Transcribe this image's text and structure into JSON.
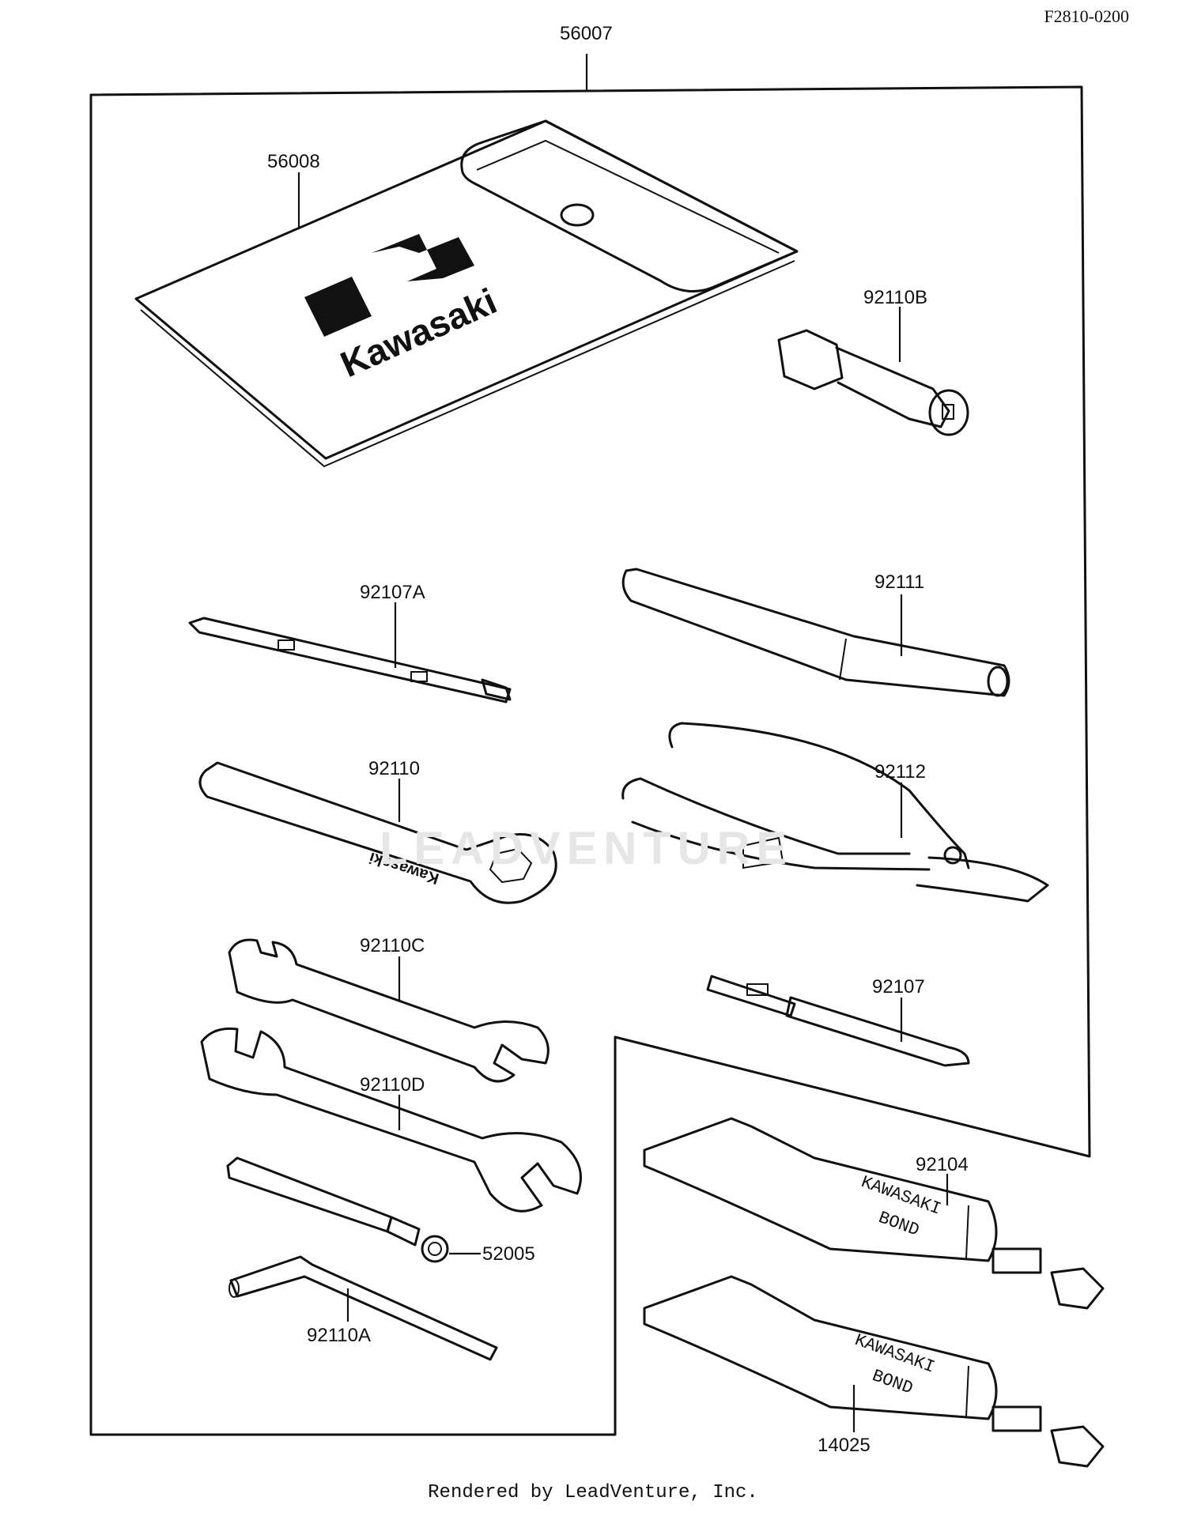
{
  "diagram": {
    "drawing_code": "F2810-0200",
    "footer": "Rendered by LeadVenture, Inc.",
    "watermark": "LEADVENTURE",
    "pouch_brand": "Kawasaki",
    "tube_text_line1": "KAWASAKI",
    "tube_text_line2": "BOND",
    "parts": [
      {
        "number": "56007",
        "name": "tool-kit-assembly"
      },
      {
        "number": "56008",
        "name": "tool-pouch"
      },
      {
        "number": "92110B",
        "name": "socket-adapter"
      },
      {
        "number": "92107A",
        "name": "screwdriver-blade"
      },
      {
        "number": "92111",
        "name": "screwdriver-handle"
      },
      {
        "number": "92110",
        "name": "box-wrench"
      },
      {
        "number": "92112",
        "name": "pliers"
      },
      {
        "number": "92110C",
        "name": "open-end-wrench-small"
      },
      {
        "number": "92107",
        "name": "phillips-screwdriver"
      },
      {
        "number": "92110D",
        "name": "open-end-wrench-large"
      },
      {
        "number": "92104",
        "name": "bond-tube"
      },
      {
        "number": "52005",
        "name": "spark-plug-wrench-joint"
      },
      {
        "number": "92110A",
        "name": "hex-key"
      },
      {
        "number": "14025",
        "name": "bond-tube-small"
      }
    ]
  }
}
